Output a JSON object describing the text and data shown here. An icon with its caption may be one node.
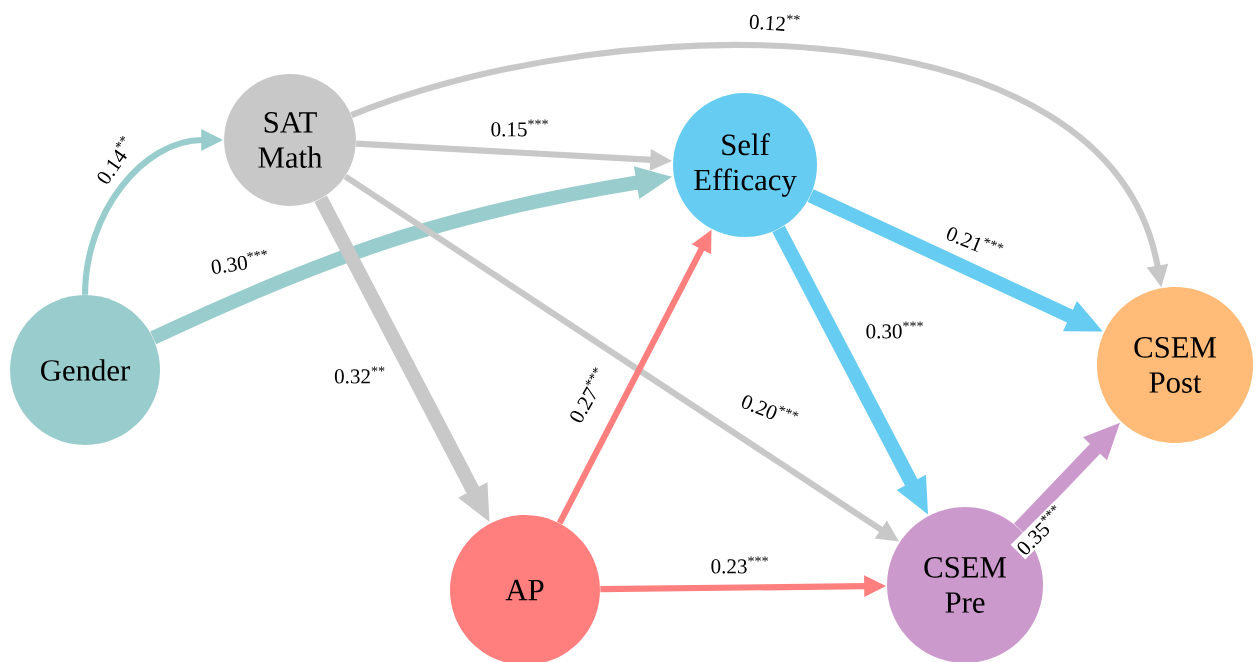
{
  "diagram": {
    "nodes": [
      {
        "text": [
          "SAT Math"
        ]
      },
      {
        "text": [
          "Self Efficacy"
        ]
      },
      {
        "text": [
          "Gender"
        ]
      },
      {
        "text": [
          "CSEM Post"
        ]
      },
      {
        "text": [
          "AP"
        ]
      },
      {
        "text": [
          "CSEM Pre"
        ]
      }
    ],
    "edges": [
      {
        "from": 2,
        "to": 0,
        "arrow": "to",
        "label": "0.14$^{**}$",
        "color": "#99cccc"
      },
      {
        "from": 2,
        "to": 1,
        "arrow": "to",
        "label": "0.30$^{***}$",
        "color": "#99cccc",
        "style": "thick"
      },
      {
        "from": 0,
        "to": 1,
        "arrow": "to",
        "label": "0.15$^{***}$"
      },
      {
        "from": 0,
        "to": 3,
        "arrow": "to",
        "label": "0.12$^{**}$"
      },
      {
        "from": 0,
        "to": 4,
        "arrow": "to",
        "label": "0.32$^{**}$",
        "style": "thick"
      },
      {
        "from": 0,
        "to": 5,
        "arrow": "to",
        "label": "0.20$^{***}$"
      },
      {
        "from": 1,
        "to": 3,
        "arrow": "to",
        "label": "0.21$^{***}$",
        "color": "#66ccf2",
        "style": "thick"
      },
      {
        "from": 1,
        "to": 5,
        "arrow": "to",
        "label": "0.30$^{***}$",
        "color": "#66ccf2",
        "style": "thick"
      },
      {
        "from": 4,
        "to": 1,
        "arrow": "to",
        "label": "0.27$^{***}$",
        "color": "#ff7f7f"
      },
      {
        "from": 4,
        "to": 5,
        "arrow": "to",
        "label": "0.23$^{***}$",
        "color": "#ff7f7f"
      },
      {
        "from": 5,
        "to": 3,
        "arrow": "to",
        "label": "0.35$^{***}$",
        "color": "#cc99cc",
        "style": "thick"
      }
    ]
  }
}
